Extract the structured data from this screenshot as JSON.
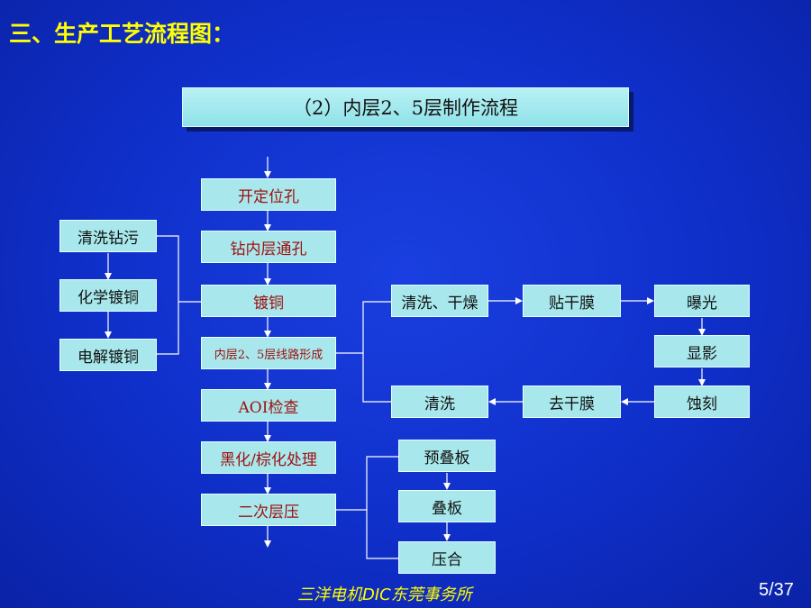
{
  "slide_title": "三、生产工艺流程图：",
  "banner": "（2）内层2、5层制作流程",
  "main_flow": [
    "开定位孔",
    "钻内层通孔",
    "镀铜",
    "内层2、5层线路形成",
    "AOI检查",
    "黑化/棕化处理",
    "二次层压"
  ],
  "plating_branch": [
    "清洗钻污",
    "化学镀铜",
    "电解镀铜"
  ],
  "circuit_branch": {
    "top_row": [
      "清洗、干燥",
      "贴干膜",
      "曝光"
    ],
    "right_col": [
      "显影"
    ],
    "bottom_row": [
      "清洗",
      "去干膜",
      "蚀刻"
    ]
  },
  "lamination_branch": [
    "预叠板",
    "叠板",
    "压合"
  ],
  "footer": "三洋电机DIC东莞事务所",
  "page_number": "5/37",
  "colors": {
    "background": "#0f2fc9",
    "title": "#ffff00",
    "box_fill": "#a8e8ec",
    "main_text": "#a01010",
    "branch_text": "#111111",
    "line": "#ffffff"
  }
}
